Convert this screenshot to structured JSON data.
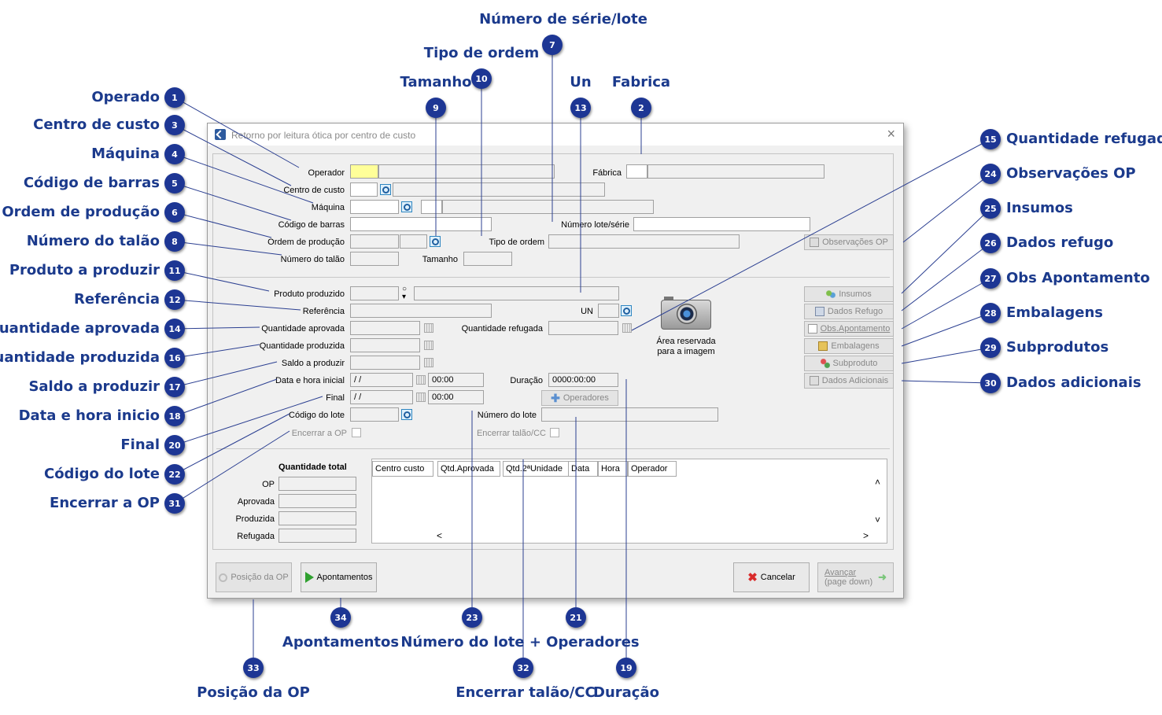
{
  "window": {
    "title": "Retorno por leitura ótica por centro de custo",
    "close_symbol": "×"
  },
  "form": {
    "operador_label": "Operador",
    "fabrica_label": "Fábrica",
    "centro_custo_label": "Centro de custo",
    "maquina_label": "Máquina",
    "codigo_barras_label": "Código de barras",
    "numero_lote_serie_label": "Número lote/série",
    "ordem_producao_label": "Ordem de produção",
    "tipo_ordem_label": "Tipo de ordem",
    "numero_talao_label": "Número do talão",
    "tamanho_label": "Tamanho",
    "produto_produzido_label": "Produto produzido",
    "referencia_label": "Referência",
    "un_label": "UN",
    "quantidade_aprovada_label": "Quantidade aprovada",
    "quantidade_refugada_label": "Quantidade refugada",
    "quantidade_produzida_label": "Quantidade produzida",
    "saldo_produzir_label": "Saldo a produzir",
    "data_hora_inicial_label": "Data e hora inicial",
    "data_inicial_value": " / /",
    "hora_inicial_value": "00:00",
    "duracao_label": "Duração",
    "duracao_value": "0000:00:00",
    "final_label": "Final",
    "data_final_value": " / /",
    "hora_final_value": "00:00",
    "operadores_button": "Operadores",
    "codigo_lote_label": "Código do lote",
    "numero_lote_label": "Número do lote",
    "encerrar_op_label": "Encerrar a OP",
    "encerrar_talao_label": "Encerrar talão/CC",
    "image_caption_1": "Área reservada",
    "image_caption_2": "para a imagem"
  },
  "side_buttons": {
    "observacoes_op": "Observações OP",
    "insumos": "Insumos",
    "dados_refugo": "Dados Refugo",
    "obs_apontamento": "Obs.Apontamento",
    "embalagens": "Embalagens",
    "subproduto": "Subproduto",
    "dados_adicionais": "Dados Adicionais"
  },
  "totals": {
    "header": "Quantidade total",
    "op": "OP",
    "aprovada": "Aprovada",
    "produzida": "Produzida",
    "refugada": "Refugada"
  },
  "grid": {
    "columns": [
      "Centro custo",
      "Qtd.Aprovada",
      "Qtd.2ªUnidade",
      "Data",
      "Hora",
      "Operador"
    ],
    "scroll_up": "˄",
    "scroll_down": "˅",
    "scroll_left": "<",
    "scroll_right": ">"
  },
  "footer": {
    "posicao_op": "Posição da OP",
    "apontamentos": "Apontamentos",
    "cancelar": "Cancelar",
    "avancar": "Avançar",
    "avancar_sub": "(page down)"
  },
  "callouts": [
    {
      "n": "1",
      "label": "Operado"
    },
    {
      "n": "3",
      "label": "Centro de custo"
    },
    {
      "n": "4",
      "label": "Máquina"
    },
    {
      "n": "5",
      "label": "Código de barras"
    },
    {
      "n": "6",
      "label": "Ordem de produção"
    },
    {
      "n": "8",
      "label": "Número do talão"
    },
    {
      "n": "11",
      "label": "Produto a produzir"
    },
    {
      "n": "12",
      "label": "Referência"
    },
    {
      "n": "14",
      "label": "Quantidade aprovada"
    },
    {
      "n": "16",
      "label": "Quantidade produzida"
    },
    {
      "n": "17",
      "label": "Saldo a produzir"
    },
    {
      "n": "18",
      "label": "Data e hora inicio"
    },
    {
      "n": "20",
      "label": "Final"
    },
    {
      "n": "22",
      "label": "Código do lote"
    },
    {
      "n": "31",
      "label": "Encerrar a OP"
    },
    {
      "n": "7",
      "label": "Número de série/lote"
    },
    {
      "n": "10",
      "label": "Tipo de ordem"
    },
    {
      "n": "9",
      "label": "Tamanho"
    },
    {
      "n": "13",
      "label": "Un"
    },
    {
      "n": "2",
      "label": "Fabrica"
    },
    {
      "n": "15",
      "label": "Quantidade refugada"
    },
    {
      "n": "24",
      "label": "Observações OP"
    },
    {
      "n": "25",
      "label": "Insumos"
    },
    {
      "n": "26",
      "label": "Dados refugo"
    },
    {
      "n": "27",
      "label": "Obs Apontamento"
    },
    {
      "n": "28",
      "label": "Embalagens"
    },
    {
      "n": "29",
      "label": "Subprodutos"
    },
    {
      "n": "30",
      "label": "Dados adicionais"
    },
    {
      "n": "34",
      "label": "Apontamentos"
    },
    {
      "n": "23",
      "label": "Número do lote + Operadores"
    },
    {
      "n": "21",
      "label": ""
    },
    {
      "n": "33",
      "label": "Posição da OP"
    },
    {
      "n": "32",
      "label": "Encerrar talão/CC"
    },
    {
      "n": "19",
      "label": "Duração"
    }
  ],
  "colors": {
    "callout_text": "#1b3a8c",
    "badge": "#1d3694",
    "leader_line": "#2b3f91",
    "required_field": "#ffff99"
  }
}
